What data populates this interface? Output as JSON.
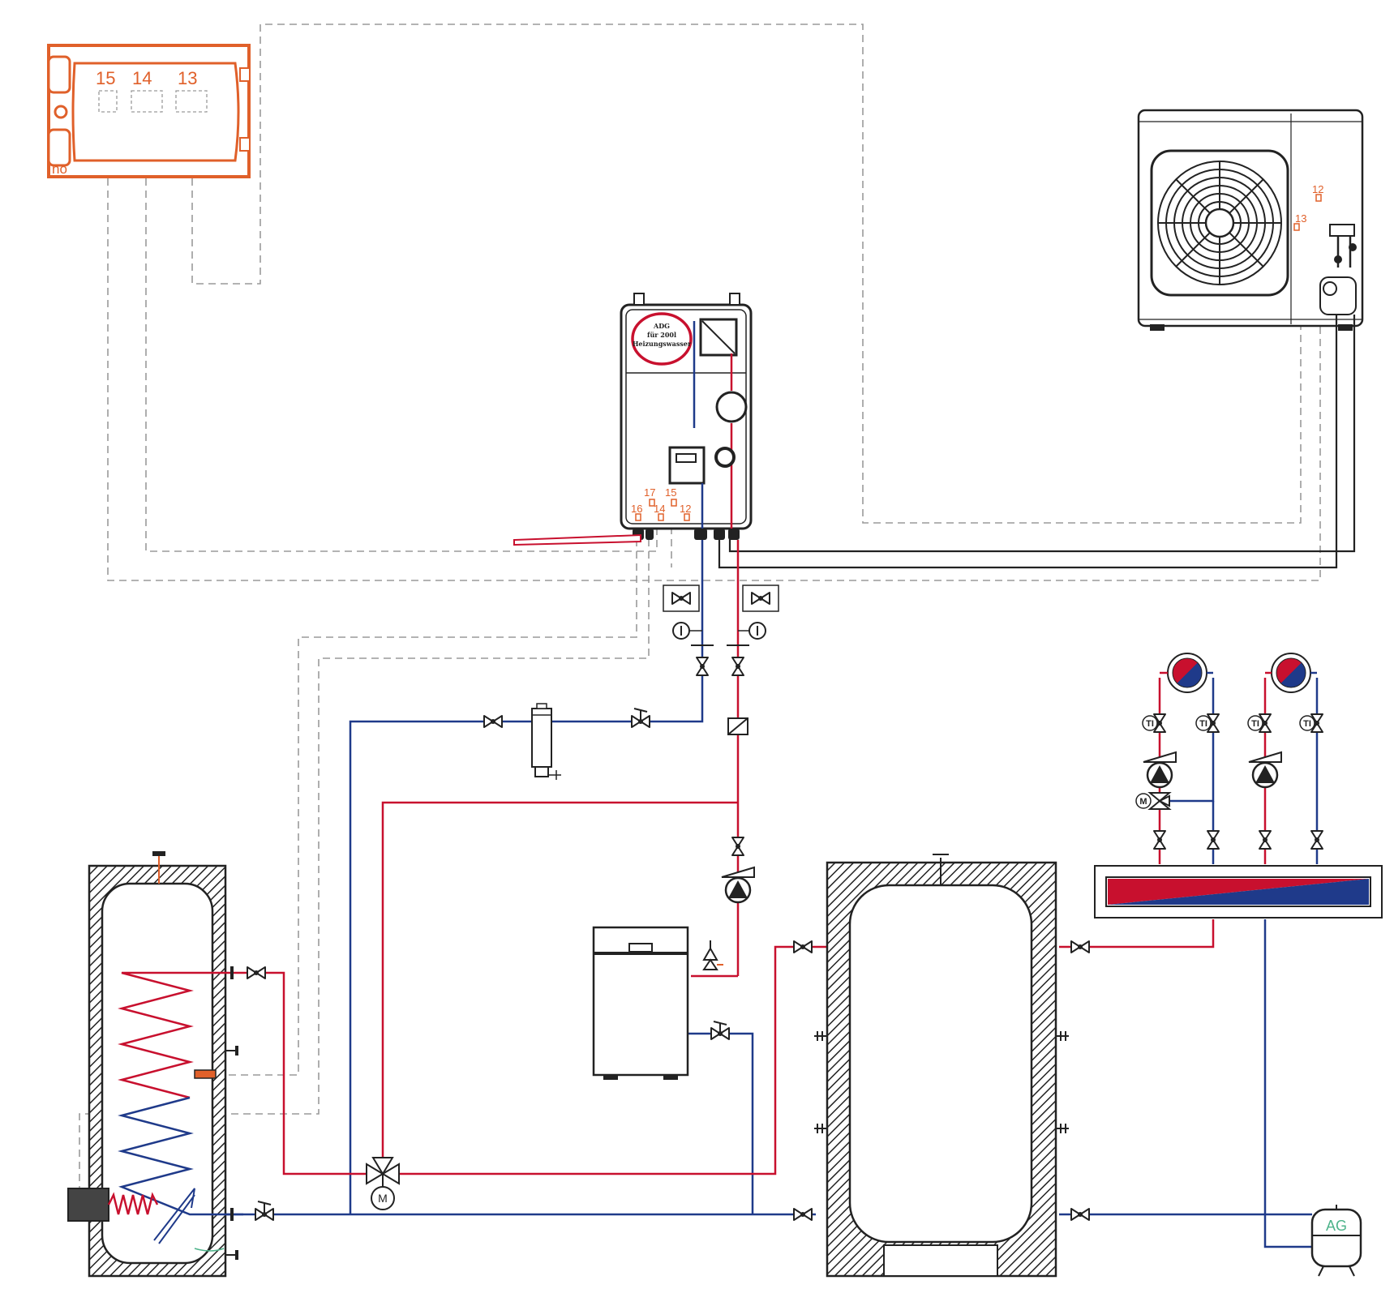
{
  "controller": {
    "terminals": [
      "15",
      "14",
      "13"
    ],
    "corner_label": "no"
  },
  "indoor_unit": {
    "sticker_lines": [
      "ADG",
      "für 200l",
      "Heizungswasser"
    ],
    "terminals_top": [
      "17",
      "15"
    ],
    "terminals_bottom": [
      "16",
      "14",
      "12"
    ]
  },
  "outdoor_unit": {
    "terminals": [
      "12",
      "13"
    ]
  },
  "valves": {
    "thermometer_label": "TI",
    "motor_label": "M"
  },
  "expansion_vessel": {
    "label": "AG"
  },
  "colors": {
    "supply": "#c8102e",
    "return": "#1f3a8a",
    "signal": "#9a9a9a",
    "sensor": "#e0602a"
  }
}
